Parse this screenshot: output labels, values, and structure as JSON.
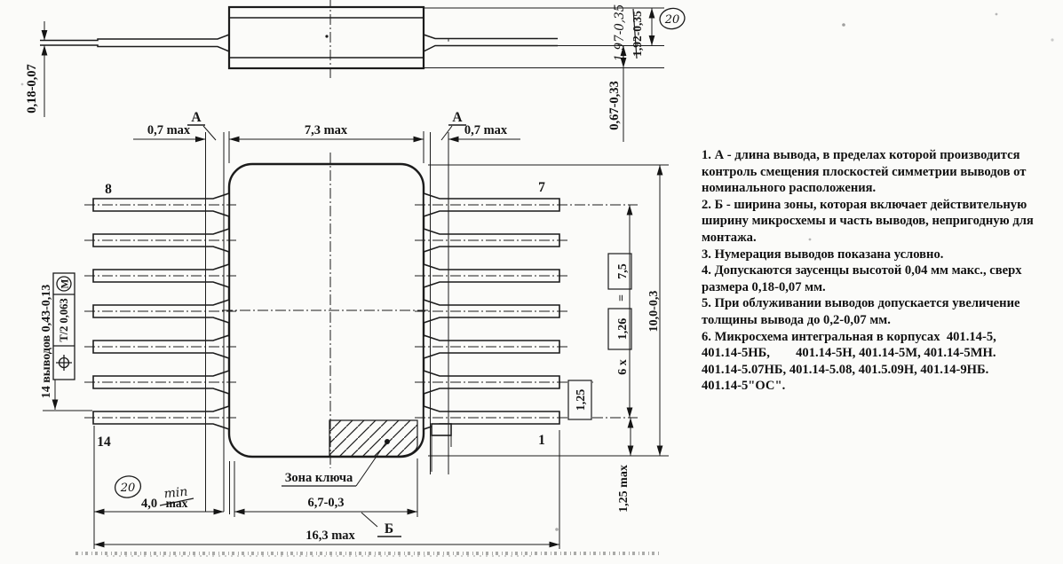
{
  "drawing": {
    "title_hint": "IC package outline drawing (14-lead flat package)",
    "side_view": {
      "lead_thickness": "0,18-0,07",
      "height_handwritten": "1,97-0,35",
      "height_printed": "1,92-0,35",
      "standoff": "0,67-0,33",
      "revision_mark": "20"
    },
    "top_view": {
      "pin_top_left": "8",
      "pin_top_right": "7",
      "pin_bottom_left": "14",
      "pin_bottom_right": "1",
      "section_a": "А",
      "zone_a_left": "0,7 max",
      "body_width": "7,3 max",
      "zone_a_right": "0,7 max",
      "leads_label": "14 выводов 0,43-0,13",
      "frame_symbol_icon": "position-tolerance-icon",
      "frame_value": "Т/2 0,063",
      "frame_modifier": "М",
      "pitch_prefix": "6 x",
      "pitch_value": "1,26",
      "pitch_eq": "=",
      "pitch_total": "7,5",
      "body_height": "10,0-0,3",
      "pitch_single": "1,25",
      "lead_offset": "1,25 max",
      "lead_length": "4,0",
      "lead_length_min": "min",
      "lead_length_max": "max",
      "zone_b_value": "6,7-0,3",
      "zone_b": "Б",
      "overall_length": "16,3 max",
      "key_zone": "Зона ключа",
      "revision_mark": "20"
    },
    "notes_lines": [
      "1. А - длина вывода, в пределах которой производится",
      "контроль смещения плоскостей симметрии выводов от",
      "номинального расположения.",
      "2. Б - ширина зоны, которая включает действительную",
      "ширину микросхемы и часть выводов, непригодную для",
      "монтажа.",
      "3. Нумерация выводов показана условно.",
      "4. Допускаются заусенцы высотой 0,04 мм макс., сверх",
      "размера 0,18-0,07 мм.",
      "5. При облуживании выводов допускается увеличение",
      "толщины вывода до 0,2-0,07 мм.",
      "6. Микросхема интегральная в корпусах  401.14-5,",
      "401.14-5НБ,        401.14-5Н, 401.14-5М, 401.14-5МН.",
      "401.14-5.07НБ, 401.14-5.08, 401.5.09Н, 401.14-9НБ.",
      "401.14-5\"ОС\"."
    ]
  }
}
